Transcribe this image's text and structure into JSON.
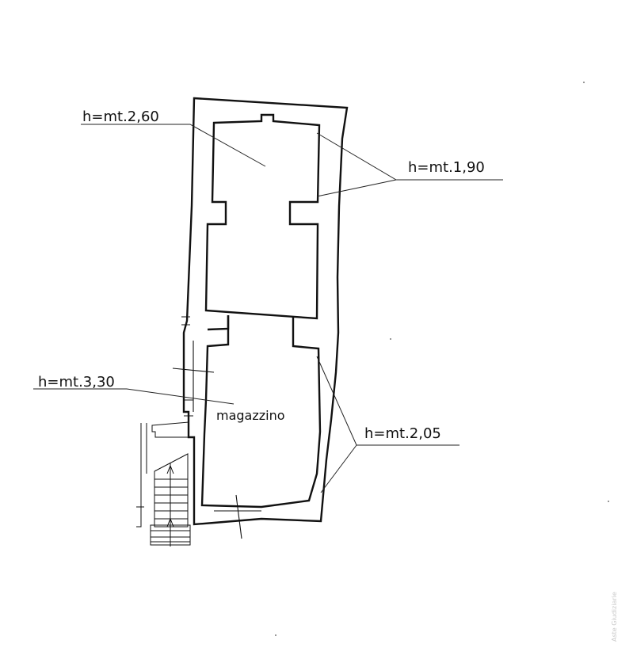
{
  "labels": {
    "top_left": "h=mt.2,60",
    "top_right": "h=mt.1,90",
    "middle_left": "h=mt.3,30",
    "bottom_right": "h=mt.2,05"
  },
  "rooms": {
    "storage": "magazzino"
  },
  "watermark": "Aste Giudiziarie"
}
